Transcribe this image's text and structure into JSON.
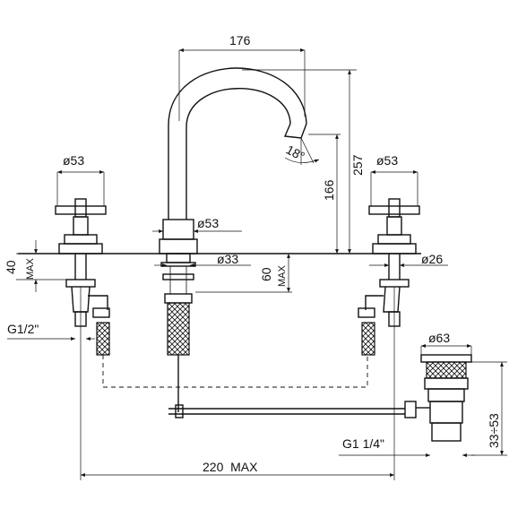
{
  "colors": {
    "line": "#111111",
    "background": "#ffffff"
  },
  "dimensions": {
    "spout_reach": "176",
    "total_height": "257",
    "spout_height": "166",
    "spout_angle": "18°",
    "handle_diameter_left": "ø53",
    "handle_diameter_right": "ø53",
    "spout_base_diameter": "ø53",
    "shank_diameter_center": "ø33",
    "shank_diameter_side": "ø26",
    "deck_thickness_max_value": "40",
    "deck_thickness_max_unit": "MAX",
    "under_deck_max_value": "60",
    "under_deck_max_unit": "MAX",
    "inlet_thread": "G1/2\"",
    "waste_diameter": "ø63",
    "waste_thread": "G1  1/4\"",
    "waste_height_range": "33÷53",
    "overall_width": "220  MAX"
  }
}
